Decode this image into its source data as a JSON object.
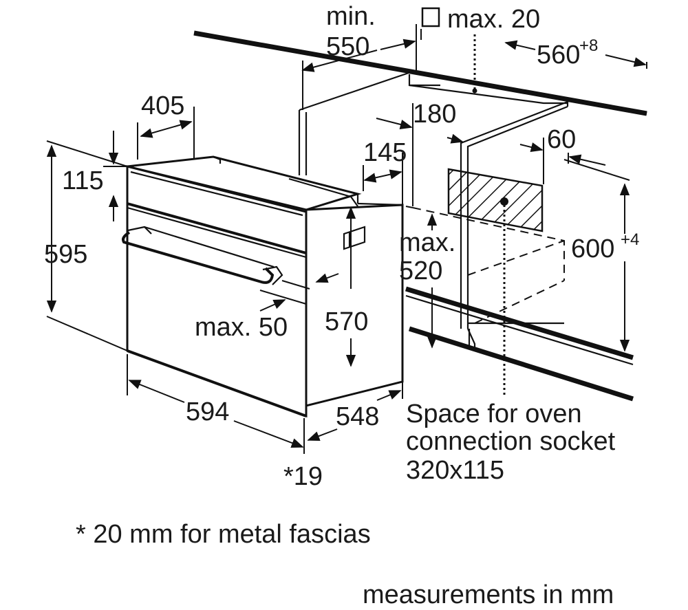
{
  "labels": {
    "min": "min.",
    "d550": "550",
    "max20": "max. 20",
    "d560": "560",
    "d560_tol": "+8",
    "d405": "405",
    "d180": "180",
    "d60": "60",
    "d145": "145",
    "d115": "115",
    "d595": "595",
    "max_word": "max.",
    "d520": "520",
    "d600": "600",
    "d600_tol": "+4",
    "max50": "max. 50",
    "d570": "570",
    "d594": "594",
    "d548": "548",
    "d19": "*19",
    "socket1": "Space for oven",
    "socket2": "connection socket",
    "socket3": "320x115",
    "footnote": "* 20 mm for metal fascias",
    "units": "measurements in mm"
  }
}
